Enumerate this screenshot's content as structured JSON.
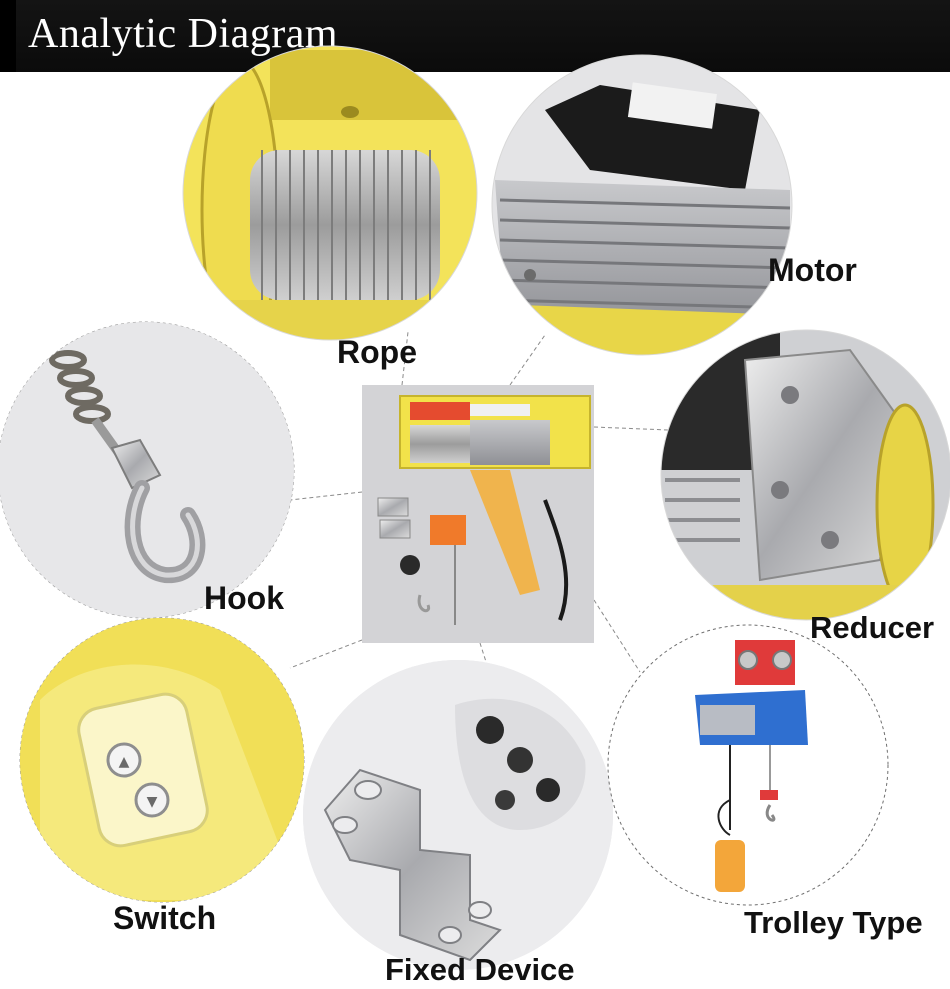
{
  "header": {
    "title": "Analytic Diagram"
  },
  "labels": {
    "rope": "Rope",
    "motor": "Motor",
    "hook": "Hook",
    "reducer": "Reducer",
    "switch": "Switch",
    "fixed_device": "Fixed Device",
    "trolley_type": "Trolley Type"
  },
  "colors": {
    "header_bg": "#111111",
    "hoist_yellow": "#f2e24a",
    "hoist_blue": "#2f6fd0",
    "hoist_red": "#e03a3a",
    "connector_line": "#8a8a8a"
  }
}
